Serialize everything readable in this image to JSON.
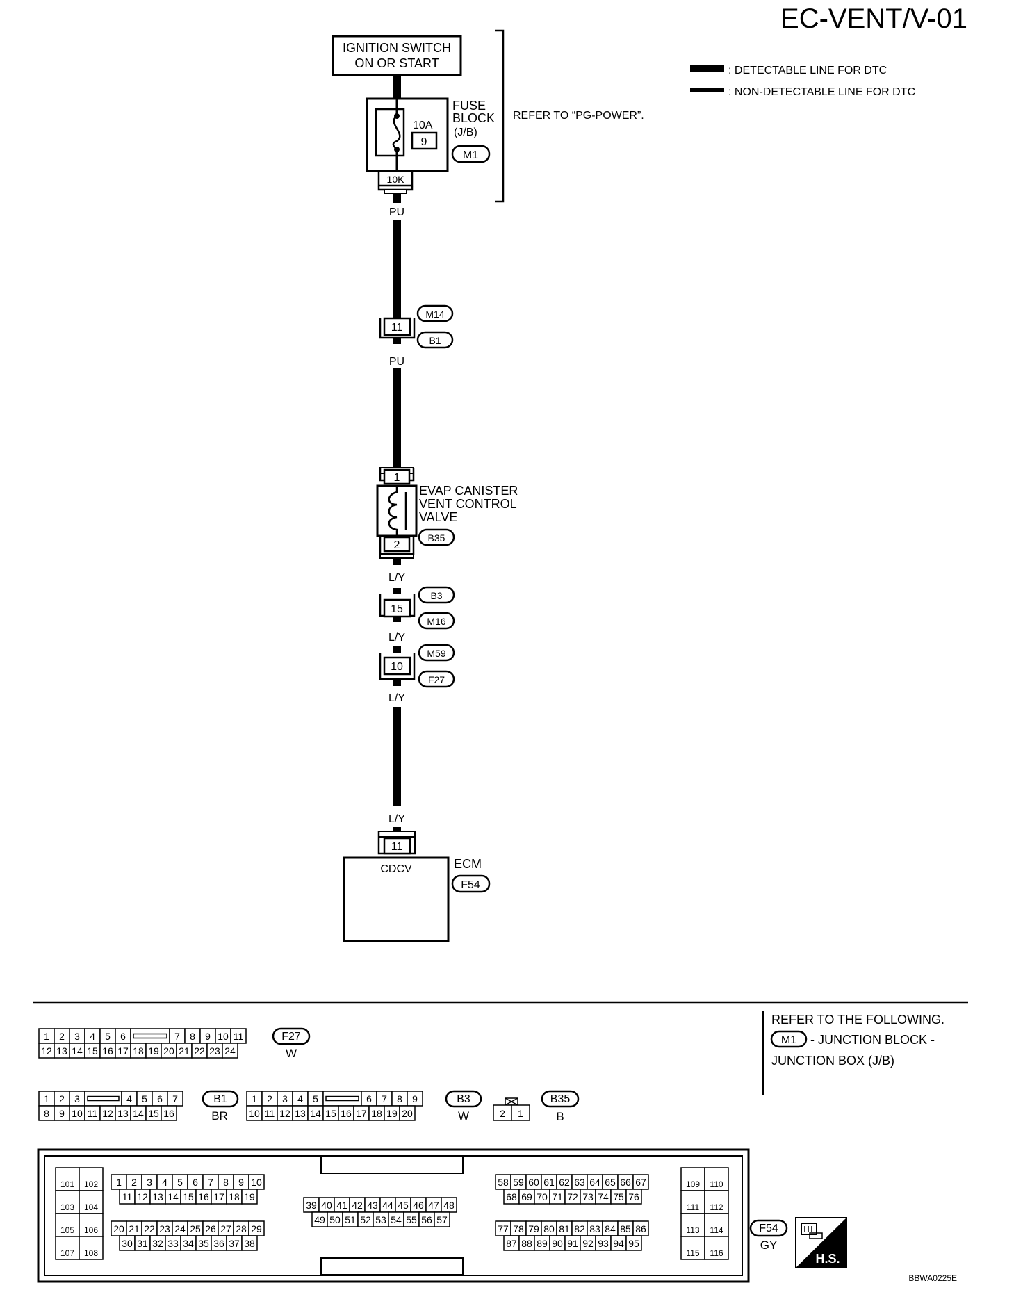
{
  "title": "EC-VENT/V-01",
  "legend": {
    "detectable": ": DETECTABLE LINE FOR DTC",
    "non_detectable": ": NON-DETECTABLE LINE FOR DTC"
  },
  "ignition_switch": {
    "line1": "IGNITION SWITCH",
    "line2": "ON OR START"
  },
  "fuse_block": {
    "line1": "FUSE",
    "line2": "BLOCK",
    "line3": "(J/B)",
    "amperage": "10A",
    "fuse_number": "9",
    "connector": "M1",
    "terminal": "10K"
  },
  "refer_pg_power": "REFER TO “PG-POWER”.",
  "wires": {
    "pu_1": "PU",
    "pu_2": "PU",
    "ly_1": "L/Y",
    "ly_2": "L/Y",
    "ly_3": "L/Y",
    "ly_4": "L/Y"
  },
  "junctions": {
    "j1": {
      "terminal": "11",
      "top": "M14",
      "bottom": "B1"
    },
    "j2": {
      "terminal": "15",
      "top": "B3",
      "bottom": "M16"
    },
    "j3": {
      "terminal": "10",
      "top": "M59",
      "bottom": "F27"
    }
  },
  "evap_valve": {
    "line1": "EVAP CANISTER",
    "line2": "VENT CONTROL",
    "line3": "VALVE",
    "pin1": "1",
    "pin2": "2",
    "connector": "B35"
  },
  "ecm": {
    "label": "ECM",
    "connector": "F54",
    "terminal": "11",
    "signal": "CDCV"
  },
  "connector_refs": {
    "line1": "REFER TO THE FOLLOWING.",
    "connector": "M1",
    "line2": "- JUNCTION BLOCK -",
    "line3": "JUNCTION BOX (J/B)"
  },
  "connectors": {
    "f27": {
      "id": "F27",
      "color": "W",
      "row1": [
        "1",
        "2",
        "3",
        "4",
        "5",
        "6",
        "",
        "7",
        "8",
        "9",
        "10",
        "11"
      ],
      "row2": [
        "12",
        "13",
        "14",
        "15",
        "16",
        "17",
        "18",
        "19",
        "20",
        "21",
        "22",
        "23",
        "24"
      ]
    },
    "b1": {
      "id": "B1",
      "color": "BR",
      "row1": [
        "1",
        "2",
        "3",
        "",
        "4",
        "5",
        "6",
        "7"
      ],
      "row2": [
        "8",
        "9",
        "10",
        "11",
        "12",
        "13",
        "14",
        "15",
        "16"
      ]
    },
    "b3": {
      "id": "B3",
      "color": "W",
      "row1": [
        "1",
        "2",
        "3",
        "4",
        "5",
        "",
        "6",
        "7",
        "8",
        "9"
      ],
      "row2": [
        "10",
        "11",
        "12",
        "13",
        "14",
        "15",
        "16",
        "17",
        "18",
        "19",
        "20"
      ]
    },
    "b35": {
      "id": "B35",
      "color": "B",
      "pins": [
        "2",
        "1"
      ]
    },
    "f54": {
      "id": "F54",
      "color": "GY",
      "left_block": [
        [
          "101",
          "102"
        ],
        [
          "103",
          "104"
        ],
        [
          "105",
          "106"
        ],
        [
          "107",
          "108"
        ]
      ],
      "group_a": {
        "r1": [
          "1",
          "2",
          "3",
          "4",
          "5",
          "6",
          "7",
          "8",
          "9",
          "10"
        ],
        "r2": [
          "11",
          "12",
          "13",
          "14",
          "15",
          "16",
          "17",
          "18",
          "19"
        ],
        "r3": [
          "20",
          "21",
          "22",
          "23",
          "24",
          "25",
          "26",
          "27",
          "28",
          "29"
        ],
        "r4": [
          "30",
          "31",
          "32",
          "33",
          "34",
          "35",
          "36",
          "37",
          "38"
        ]
      },
      "group_b": {
        "r1": [
          "39",
          "40",
          "41",
          "42",
          "43",
          "44",
          "45",
          "46",
          "47",
          "48"
        ],
        "r2": [
          "49",
          "50",
          "51",
          "52",
          "53",
          "54",
          "55",
          "56",
          "57"
        ]
      },
      "group_c": {
        "r1": [
          "58",
          "59",
          "60",
          "61",
          "62",
          "63",
          "64",
          "65",
          "66",
          "67"
        ],
        "r2": [
          "68",
          "69",
          "70",
          "71",
          "72",
          "73",
          "74",
          "75",
          "76"
        ],
        "r3": [
          "77",
          "78",
          "79",
          "80",
          "81",
          "82",
          "83",
          "84",
          "85",
          "86"
        ],
        "r4": [
          "87",
          "88",
          "89",
          "90",
          "91",
          "92",
          "93",
          "94",
          "95"
        ]
      },
      "right_block": [
        [
          "109",
          "110"
        ],
        [
          "111",
          "112"
        ],
        [
          "113",
          "114"
        ],
        [
          "115",
          "116"
        ]
      ]
    }
  },
  "hs_label": "H.S.",
  "drawing_id": "BBWA0225E"
}
